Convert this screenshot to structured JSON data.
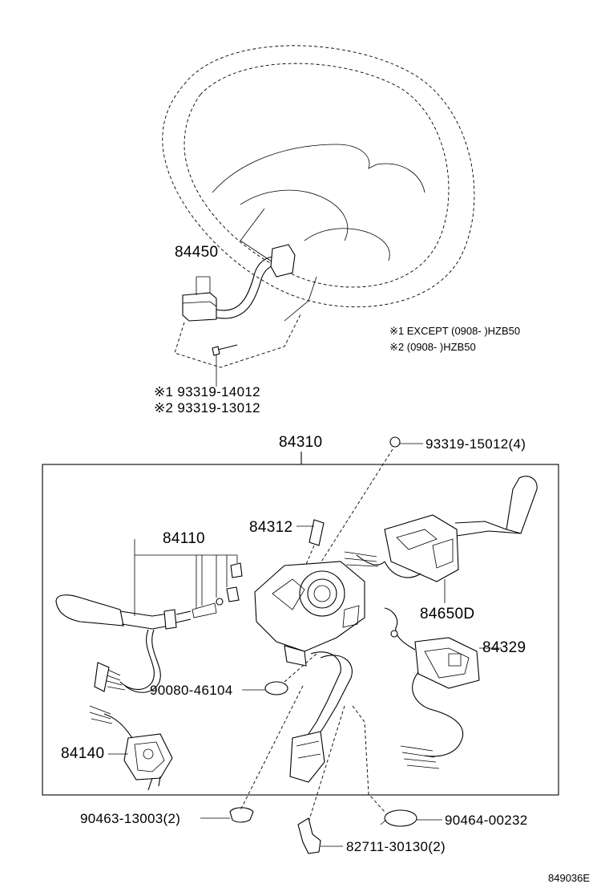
{
  "notes": {
    "note1": "※1 EXCEPT  (0908-      )HZB50",
    "note2": "※2 (0908-      )HZB50"
  },
  "parts": {
    "p84450": "84450",
    "p93319_14012": "※1 93319-14012",
    "p93319_13012": "※2 93319-13012",
    "p84310": "84310",
    "p93319_15012": "93319-15012(4)",
    "p84312": "84312",
    "p84110": "84110",
    "p84650D": "84650D",
    "p84329": "84329",
    "p90080_46104": "90080-46104",
    "p84140": "84140",
    "p90463_13003": "90463-13003(2)",
    "p90464_00232": "90464-00232",
    "p82711_30130": "82711-30130(2)"
  },
  "figure_id": "849036E"
}
